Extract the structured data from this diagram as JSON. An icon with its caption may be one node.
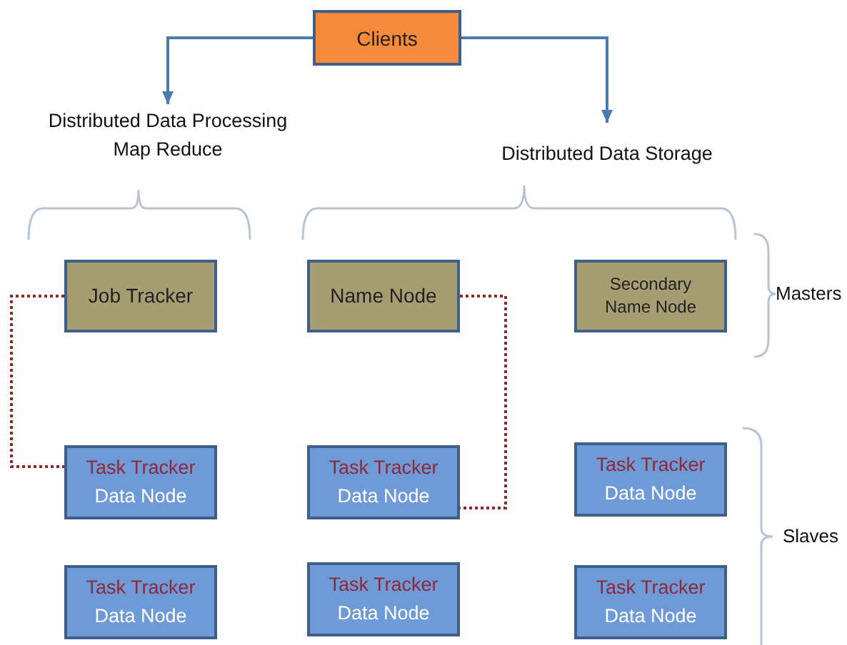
{
  "diagram": {
    "nodes": [
      {
        "text": [
          "Clients"
        ]
      },
      {
        "text": [
          "Distributed Data Processing",
          "Map Reduce"
        ]
      },
      {
        "text": [
          "Distributed Data Storage"
        ]
      },
      {
        "text": [
          "Job Tracker"
        ]
      },
      {
        "text": [
          "Name Node"
        ]
      },
      {
        "text": [
          "Secondary Name Node"
        ]
      },
      {
        "text": [
          "Task Tracker",
          "Data Node"
        ]
      },
      {
        "text": [
          "Task Tracker",
          "Data Node"
        ]
      },
      {
        "text": [
          "Task Tracker",
          "Data Node"
        ]
      },
      {
        "text": [
          "Task Tracker",
          "Data Node"
        ]
      },
      {
        "text": [
          "Task Tracker",
          "Data Node"
        ]
      },
      {
        "text": [
          "Task Tracker",
          "Data Node"
        ]
      }
    ],
    "edges": [
      {
        "from": 0,
        "to": 1,
        "arrow": "to"
      },
      {
        "from": 0,
        "to": 2,
        "arrow": "to"
      },
      {
        "from": 3,
        "to": 6,
        "arrow": "none",
        "style": "dashed",
        "color": "#8b2a2a"
      },
      {
        "from": 4,
        "to": 7,
        "arrow": "none",
        "style": "dashed",
        "color": "#8b2a2a"
      }
    ],
    "labels": [
      "Masters",
      "Slaves"
    ]
  }
}
